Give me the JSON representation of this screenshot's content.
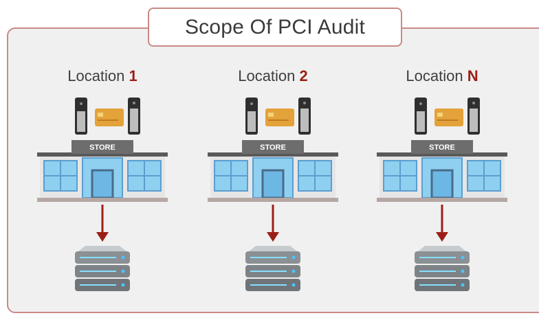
{
  "title": "Scope Of PCI Audit",
  "locations": [
    {
      "label": "Location",
      "id": "1"
    },
    {
      "label": "Location",
      "id": "2"
    },
    {
      "label": "Location",
      "id": "N"
    }
  ],
  "store_sign": "STORE",
  "colors": {
    "accent": "#9b1f16",
    "border": "#c98a86",
    "panel": "#f0f0f0",
    "glass": "#8fd0f0",
    "store_wall": "#e6e6e6",
    "sign": "#6d6d6d",
    "card": "#e3a23a"
  }
}
